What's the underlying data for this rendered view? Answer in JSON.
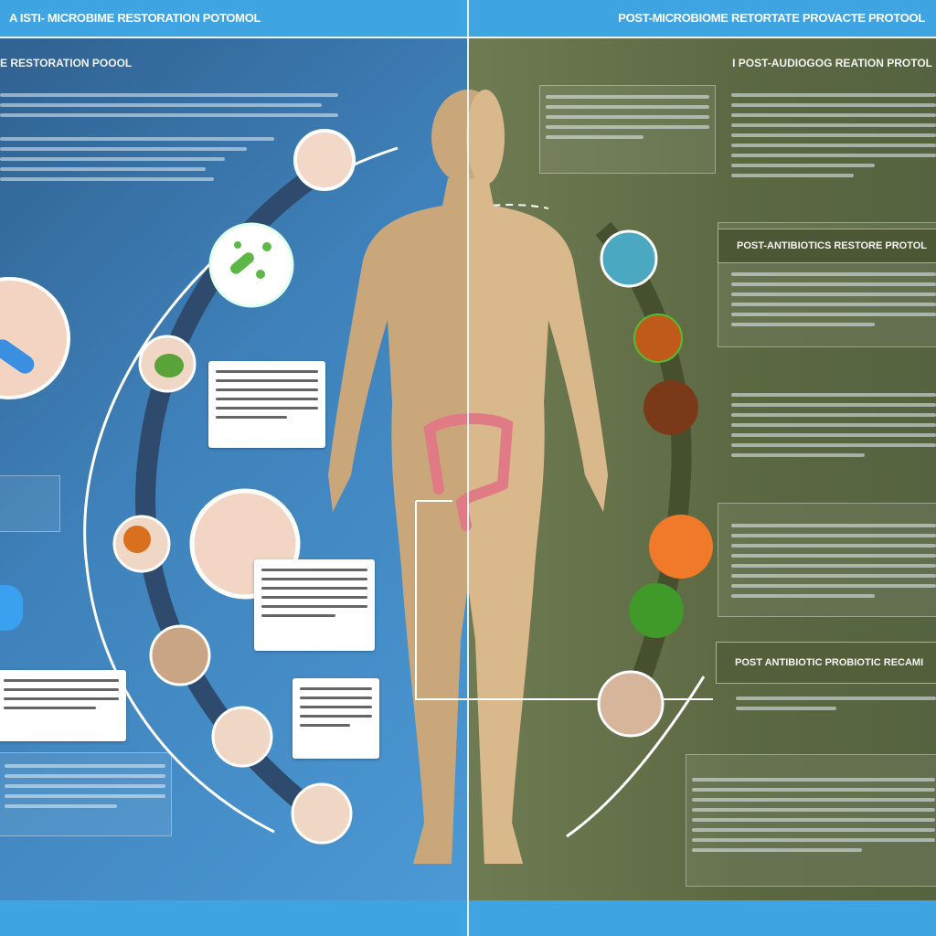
{
  "header": {
    "left_title": "A ISTI- MICROBIME RESTORATION POTOMOL",
    "right_title": "POST-MICROBIOME RETORTATE PROVACTE PROTOOL"
  },
  "left_panel": {
    "subtitle": "E RESTORATION POOOL"
  },
  "right_panel": {
    "subtitle": "I POST-AUDIOGOG REATION PROTOL",
    "section_header_1": "POST-ANTIBIOTICS RESTORE PROTOL",
    "section_header_2": "POST ANTIBIOTIC PROBIOTIC RECAMI"
  },
  "colors": {
    "left_bg": "#3f82bb",
    "right_bg": "#5b6842",
    "header_bar": "#3ea4e2",
    "body": "#c9a77a"
  }
}
